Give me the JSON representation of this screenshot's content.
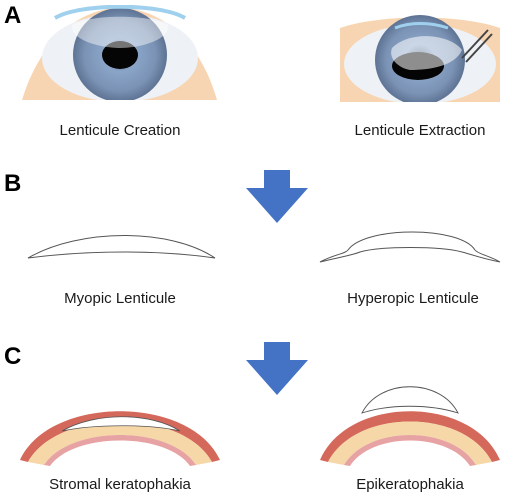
{
  "panels": {
    "a": {
      "letter": "A",
      "left_caption": "Lenticule Creation",
      "right_caption": "Lenticule Extraction"
    },
    "b": {
      "letter": "B",
      "left_caption": "Myopic Lenticule",
      "right_caption": "Hyperopic Lenticule"
    },
    "c": {
      "letter": "C",
      "left_caption": "Stromal keratophakia",
      "right_caption": "Epikeratophakia"
    }
  },
  "colors": {
    "arrow": "#4472C4",
    "skin": "#F8D5B2",
    "cornea_outer": "#D4695B",
    "stroma": "#F6D7A8",
    "endothelium": "#E7A3A3",
    "iris": "#7F97B8",
    "lenticule_outline": "#555555"
  }
}
